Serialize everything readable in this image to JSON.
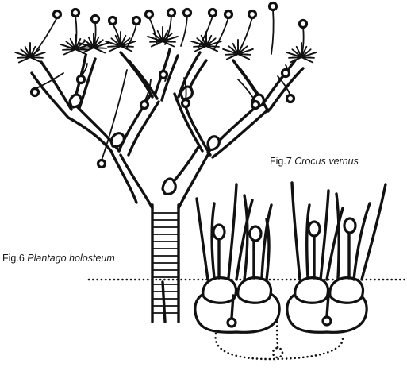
{
  "figures": {
    "fig6": {
      "number": "Fig.6",
      "species": "Plantago holosteum"
    },
    "fig7": {
      "number": "Fig.7",
      "species": "Crocus vernus"
    }
  },
  "colors": {
    "ink": "#111111",
    "paper": "#ffffff"
  }
}
